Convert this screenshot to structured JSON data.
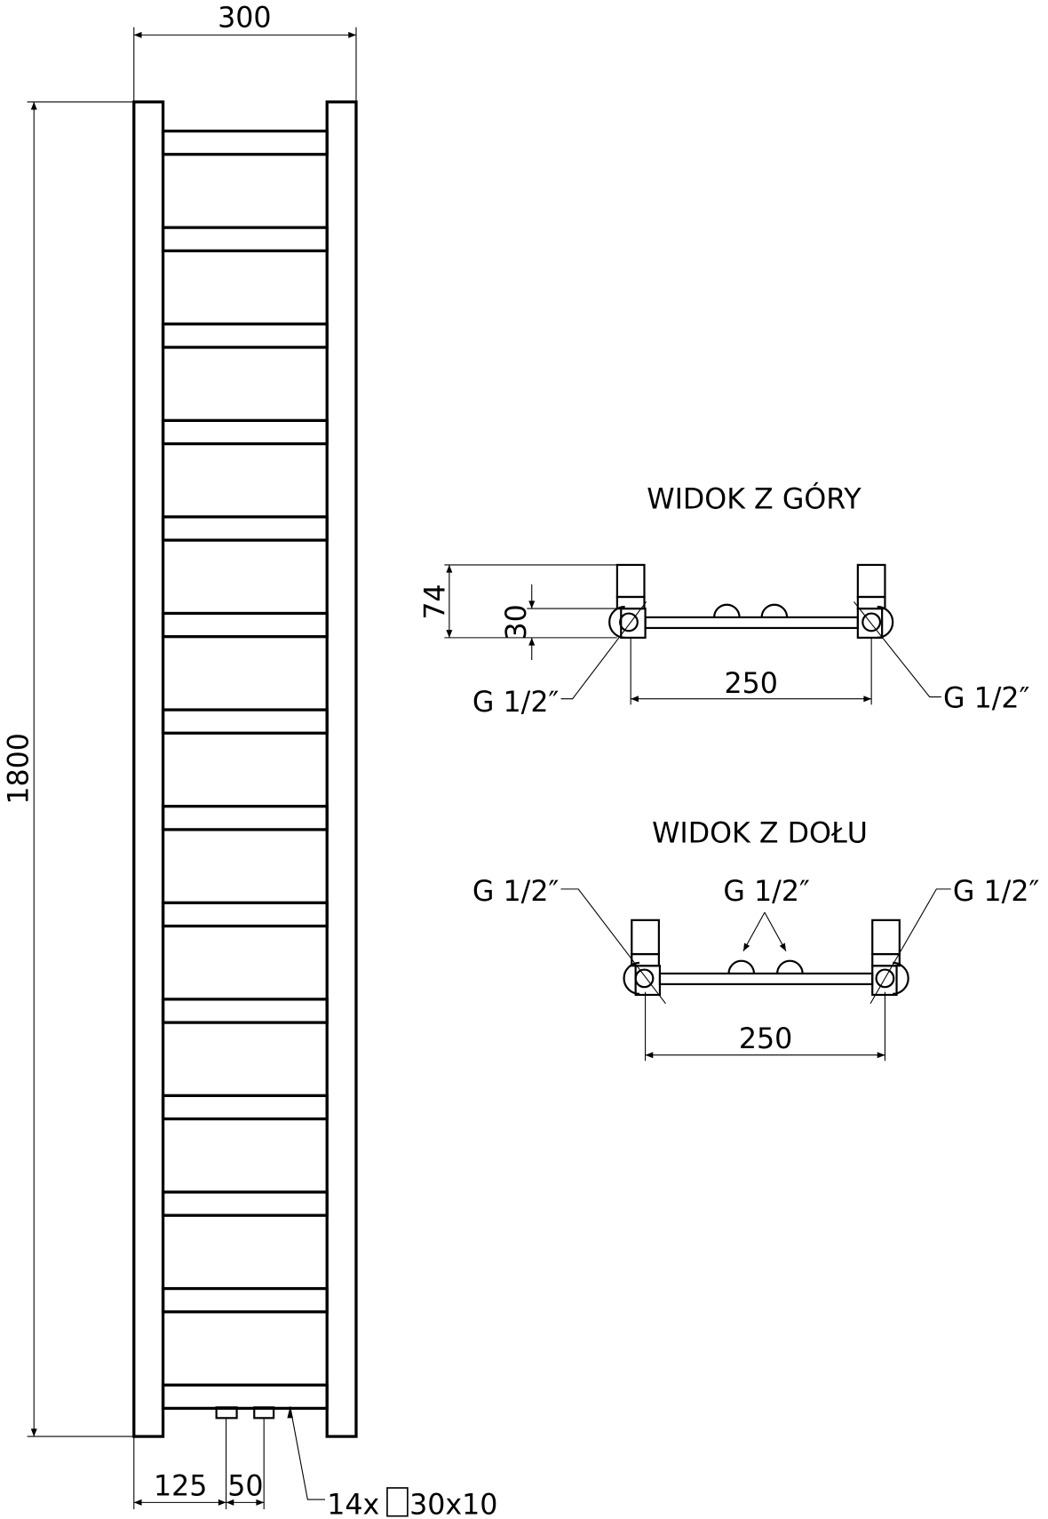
{
  "front_view": {
    "width_dim": "300",
    "height_dim": "1800",
    "offset_dim": "125",
    "spacing_dim": "50",
    "bar_count_label": "14x",
    "bar_section_label": "30x10",
    "bar_count": 14
  },
  "top_view": {
    "title": "WIDOK Z GÓRY",
    "depth_dim": "74",
    "pipe_dim": "30",
    "axis_dim": "250",
    "left_connection": "G 1/2″",
    "right_connection": "G 1/2″"
  },
  "bottom_view": {
    "title": "WIDOK Z DOŁU",
    "axis_dim": "250",
    "left_connection": "G 1/2″",
    "middle_connection": "G 1/2″",
    "right_connection": "G 1/2″"
  }
}
